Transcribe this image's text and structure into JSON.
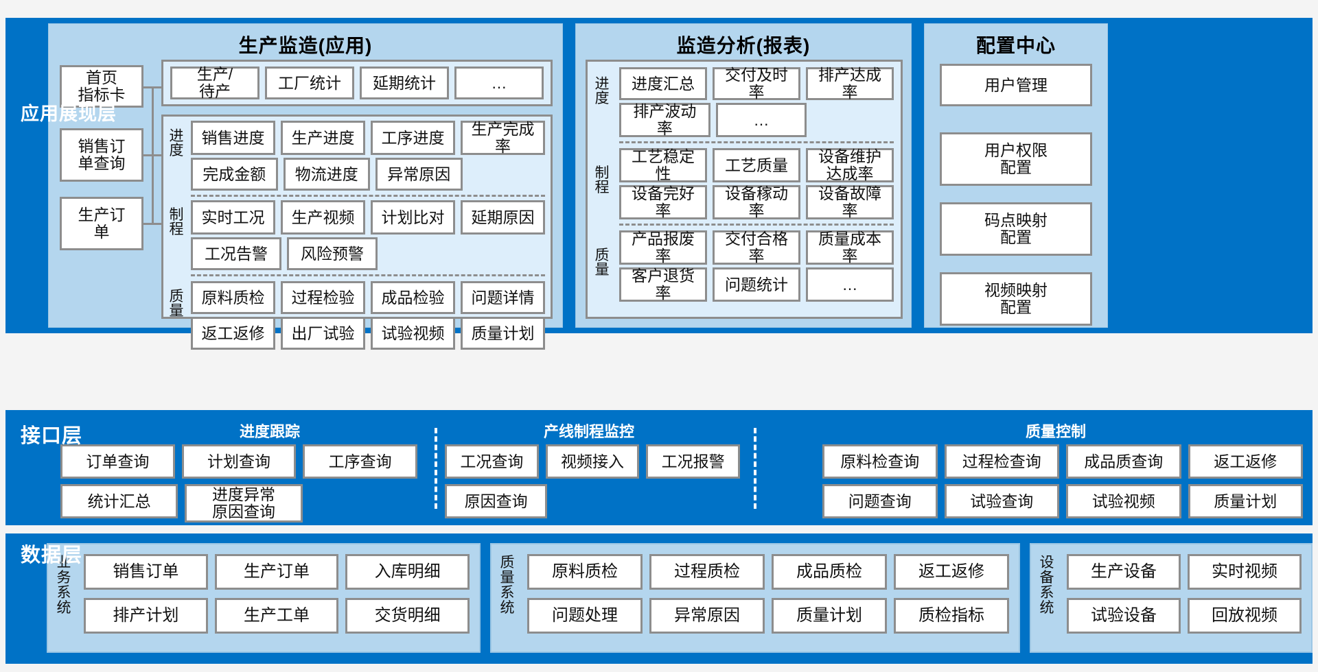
{
  "layers": {
    "application": {
      "tag": "应用展现层",
      "panels": {
        "app": {
          "title": "生产监造(应用)",
          "entries": [
            "首页\n指标卡",
            "销售订\n单查询",
            "生产订\n单"
          ],
          "entry_lines": [
            "首页 指标卡",
            "销售订 单查询",
            "生产订 单"
          ],
          "top_row": [
            "生产/\n待产",
            "工厂统计",
            "延期统计",
            "…"
          ],
          "groups": [
            {
              "label": "进度",
              "rows": [
                [
                  "销售进度",
                  "生产进度",
                  "工序进度",
                  "生产完成\n率"
                ],
                [
                  "完成金额",
                  "物流进度",
                  "异常原因"
                ]
              ]
            },
            {
              "label": "制程",
              "rows": [
                [
                  "实时工况",
                  "生产视频",
                  "计划比对",
                  "延期原因"
                ],
                [
                  "工况告警",
                  "风险预警"
                ]
              ]
            },
            {
              "label": "质量",
              "rows": [
                [
                  "原料质检",
                  "过程检验",
                  "成品检验",
                  "问题详情"
                ],
                [
                  "返工返修",
                  "出厂试验",
                  "试验视频",
                  "质量计划"
                ]
              ]
            }
          ]
        },
        "analysis": {
          "title": "监造分析(报表)",
          "groups": [
            {
              "label": "进度",
              "rows": [
                [
                  "进度汇总",
                  "交付及时\n率",
                  "排产达成\n率"
                ],
                [
                  "排产波动\n率",
                  "…"
                ]
              ]
            },
            {
              "label": "制程",
              "rows": [
                [
                  "工艺稳定\n性",
                  "工艺质量",
                  "设备维护\n达成率"
                ],
                [
                  "设备完好率",
                  "设备稼动\n率",
                  "设备故障\n率"
                ]
              ]
            },
            {
              "label": "质量",
              "rows": [
                [
                  "产品报废\n率",
                  "交付合格\n率",
                  "质量成本\n率"
                ],
                [
                  "客户退货\n率",
                  "问题统计",
                  "…"
                ]
              ]
            }
          ]
        },
        "config": {
          "title": "配置中心",
          "items": [
            "用户管理",
            "用户权限\n配置",
            "码点映射\n配置",
            "视频映射\n配置"
          ]
        }
      }
    },
    "interface": {
      "tag": "接口层",
      "groups": [
        {
          "title": "进度跟踪",
          "rows": [
            [
              "订单查询",
              "计划查询",
              "工序查询"
            ],
            [
              "统计汇总",
              "进度异常\n原因查询"
            ]
          ]
        },
        {
          "title": "产线制程监控",
          "rows": [
            [
              "工况查询",
              "视频接入",
              "工况报警"
            ],
            [
              "原因查询"
            ]
          ]
        },
        {
          "title": "质量控制",
          "rows": [
            [
              "原料检查询",
              "过程检查询",
              "成品质查询",
              "返工返修"
            ],
            [
              "问题查询",
              "试验查询",
              "试验视频",
              "质量计划"
            ]
          ]
        }
      ]
    },
    "data": {
      "tag": "数据层",
      "panels": [
        {
          "label": "业务系统",
          "rows": [
            [
              "销售订单",
              "生产订单",
              "入库明细"
            ],
            [
              "排产计划",
              "生产工单",
              "交货明细"
            ]
          ]
        },
        {
          "label": "质量系统",
          "rows": [
            [
              "原料质检",
              "过程质检",
              "成品质检",
              "返工返修"
            ],
            [
              "问题处理",
              "异常原因",
              "质量计划",
              "质检指标"
            ]
          ]
        },
        {
          "label": "设备系统",
          "rows": [
            [
              "生产设备",
              "实时视频"
            ],
            [
              "试验设备",
              "回放视频"
            ]
          ]
        }
      ]
    }
  },
  "colors": {
    "layer_blue": "#0072c6",
    "panel_blue": "#b4d6ee",
    "group_blue": "#ddeefb",
    "box_border": "#8d8d8d",
    "box_fill": "#ffffff",
    "tag_text": "#ffffff"
  }
}
